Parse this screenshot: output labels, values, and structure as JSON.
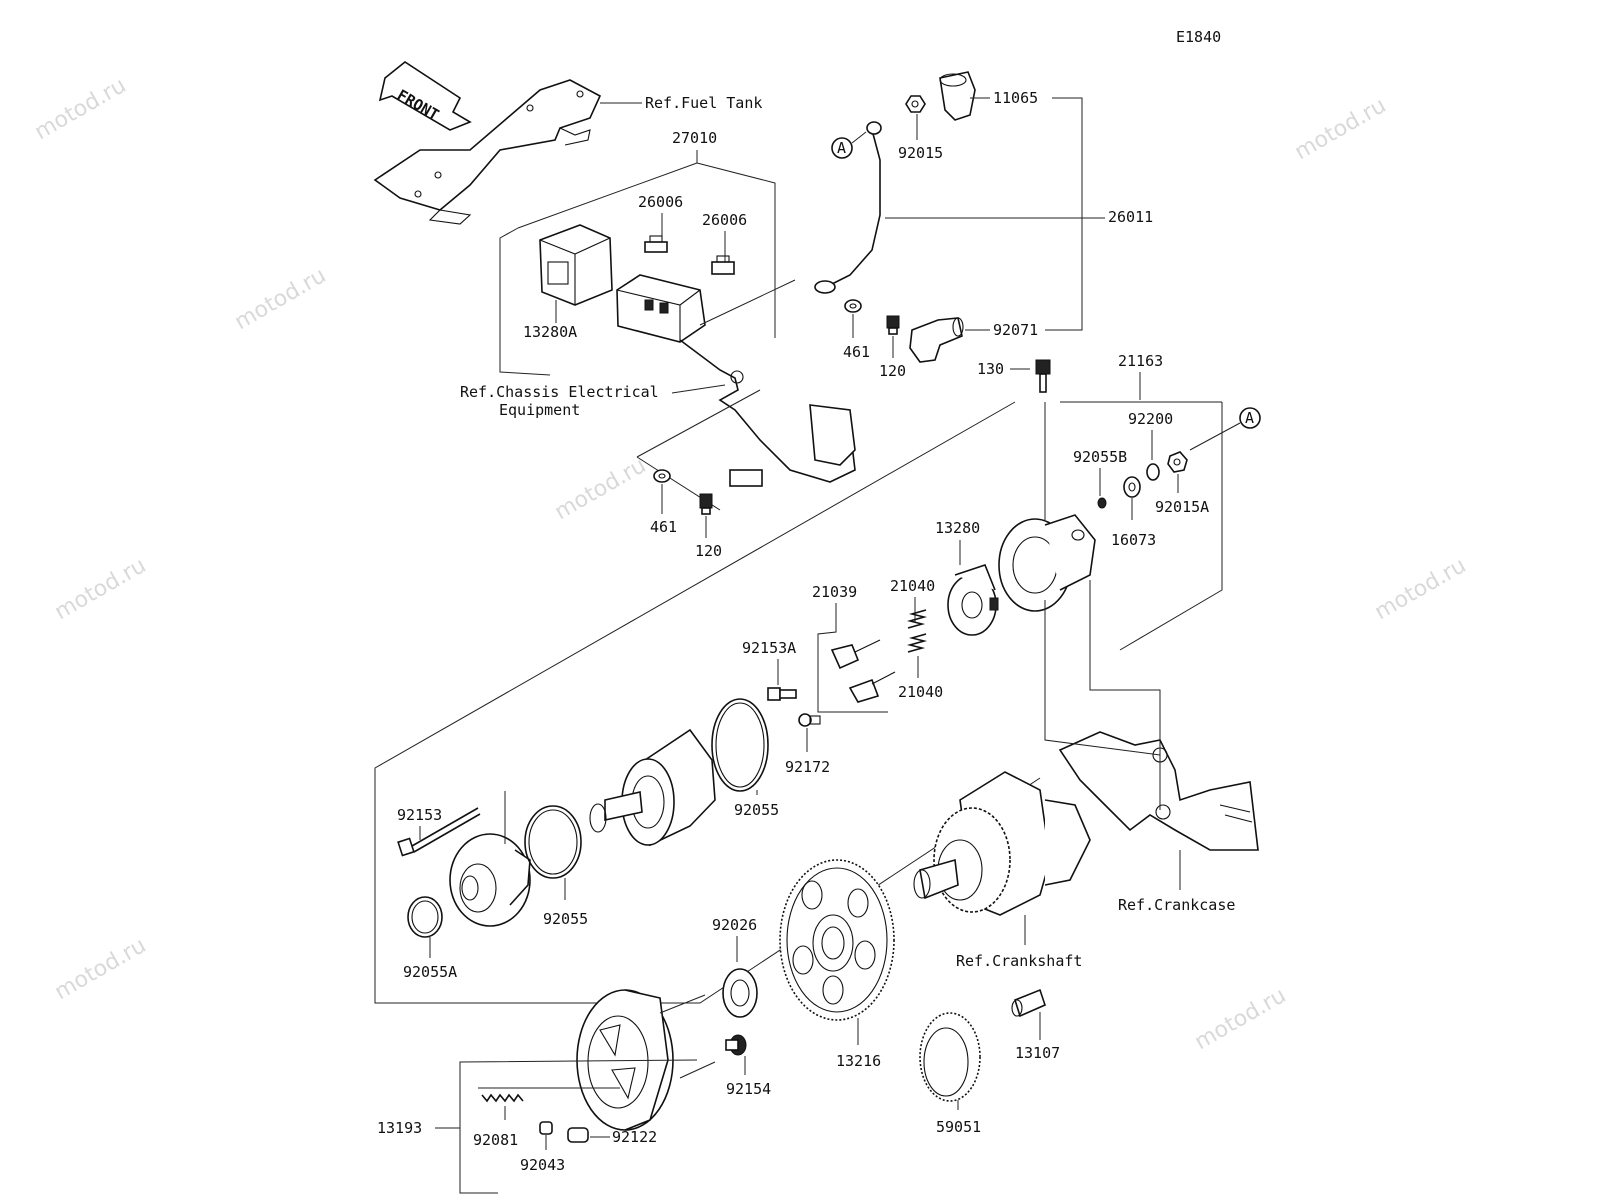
{
  "diagram_code": "E1840",
  "watermark": "motod.ru",
  "front_label": "FRONT",
  "callout_marker": "A",
  "refs": {
    "fuel_tank": "Ref.Fuel Tank",
    "chassis_line1": "Ref.Chassis Electrical",
    "chassis_line2": "Equipment",
    "crankcase": "Ref.Crankcase",
    "crankshaft": "Ref.Crankshaft"
  },
  "parts": {
    "p11065": "11065",
    "p92015": "92015",
    "p26011": "26011",
    "p92071": "92071",
    "p27010": "27010",
    "p26006a": "26006",
    "p26006b": "26006",
    "p13280A": "13280A",
    "p461a": "461",
    "p120a": "120",
    "p130": "130",
    "p21163": "21163",
    "p92200": "92200",
    "p92055B": "92055B",
    "p16073": "16073",
    "p92015A": "92015A",
    "p461b": "461",
    "p120b": "120",
    "p13280": "13280",
    "p21040a": "21040",
    "p21039": "21039",
    "p92153A": "92153A",
    "p21040b": "21040",
    "p92172": "92172",
    "p92055a": "92055",
    "p92153": "92153",
    "p92055b": "92055",
    "p92055A": "92055A",
    "p92026": "92026",
    "p13216": "13216",
    "p13107": "13107",
    "p92154": "92154",
    "p59051": "59051",
    "p13193": "13193",
    "p92081": "92081",
    "p92122": "92122",
    "p92043": "92043"
  }
}
